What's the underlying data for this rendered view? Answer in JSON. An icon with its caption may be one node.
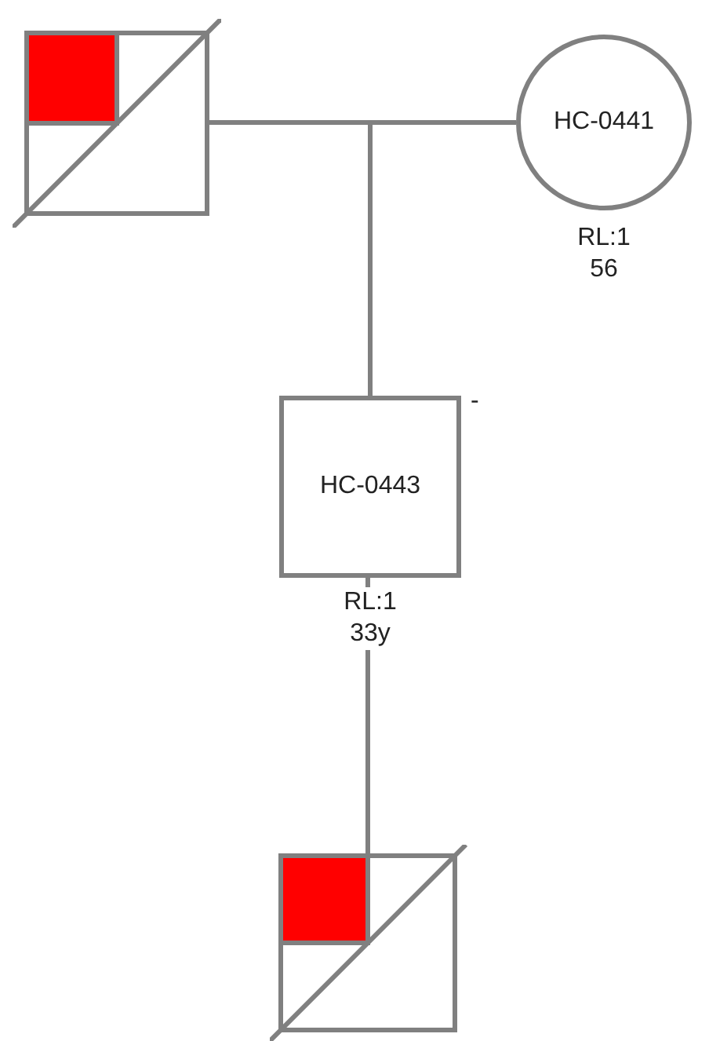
{
  "diagram": {
    "nodes": [
      {
        "text": [],
        "shape": "box"
      },
      {
        "text": [
          "HC-0441"
        ],
        "beside": [
          "RL:1",
          "56"
        ]
      },
      {
        "text": [
          "HC-0443"
        ],
        "beside": [
          "RL:1",
          "33y"
        ]
      },
      {
        "text": [],
        "shape": "box"
      }
    ],
    "edges": [
      {
        "from": 0,
        "to": 1,
        "arrow": "none"
      },
      {
        "from": 0,
        "to": 2,
        "arrow": "none"
      },
      {
        "from": 1,
        "to": 2,
        "arrow": "none"
      },
      {
        "from": 2,
        "to": 3,
        "arrow": "none"
      }
    ],
    "labels": [
      "-"
    ]
  }
}
